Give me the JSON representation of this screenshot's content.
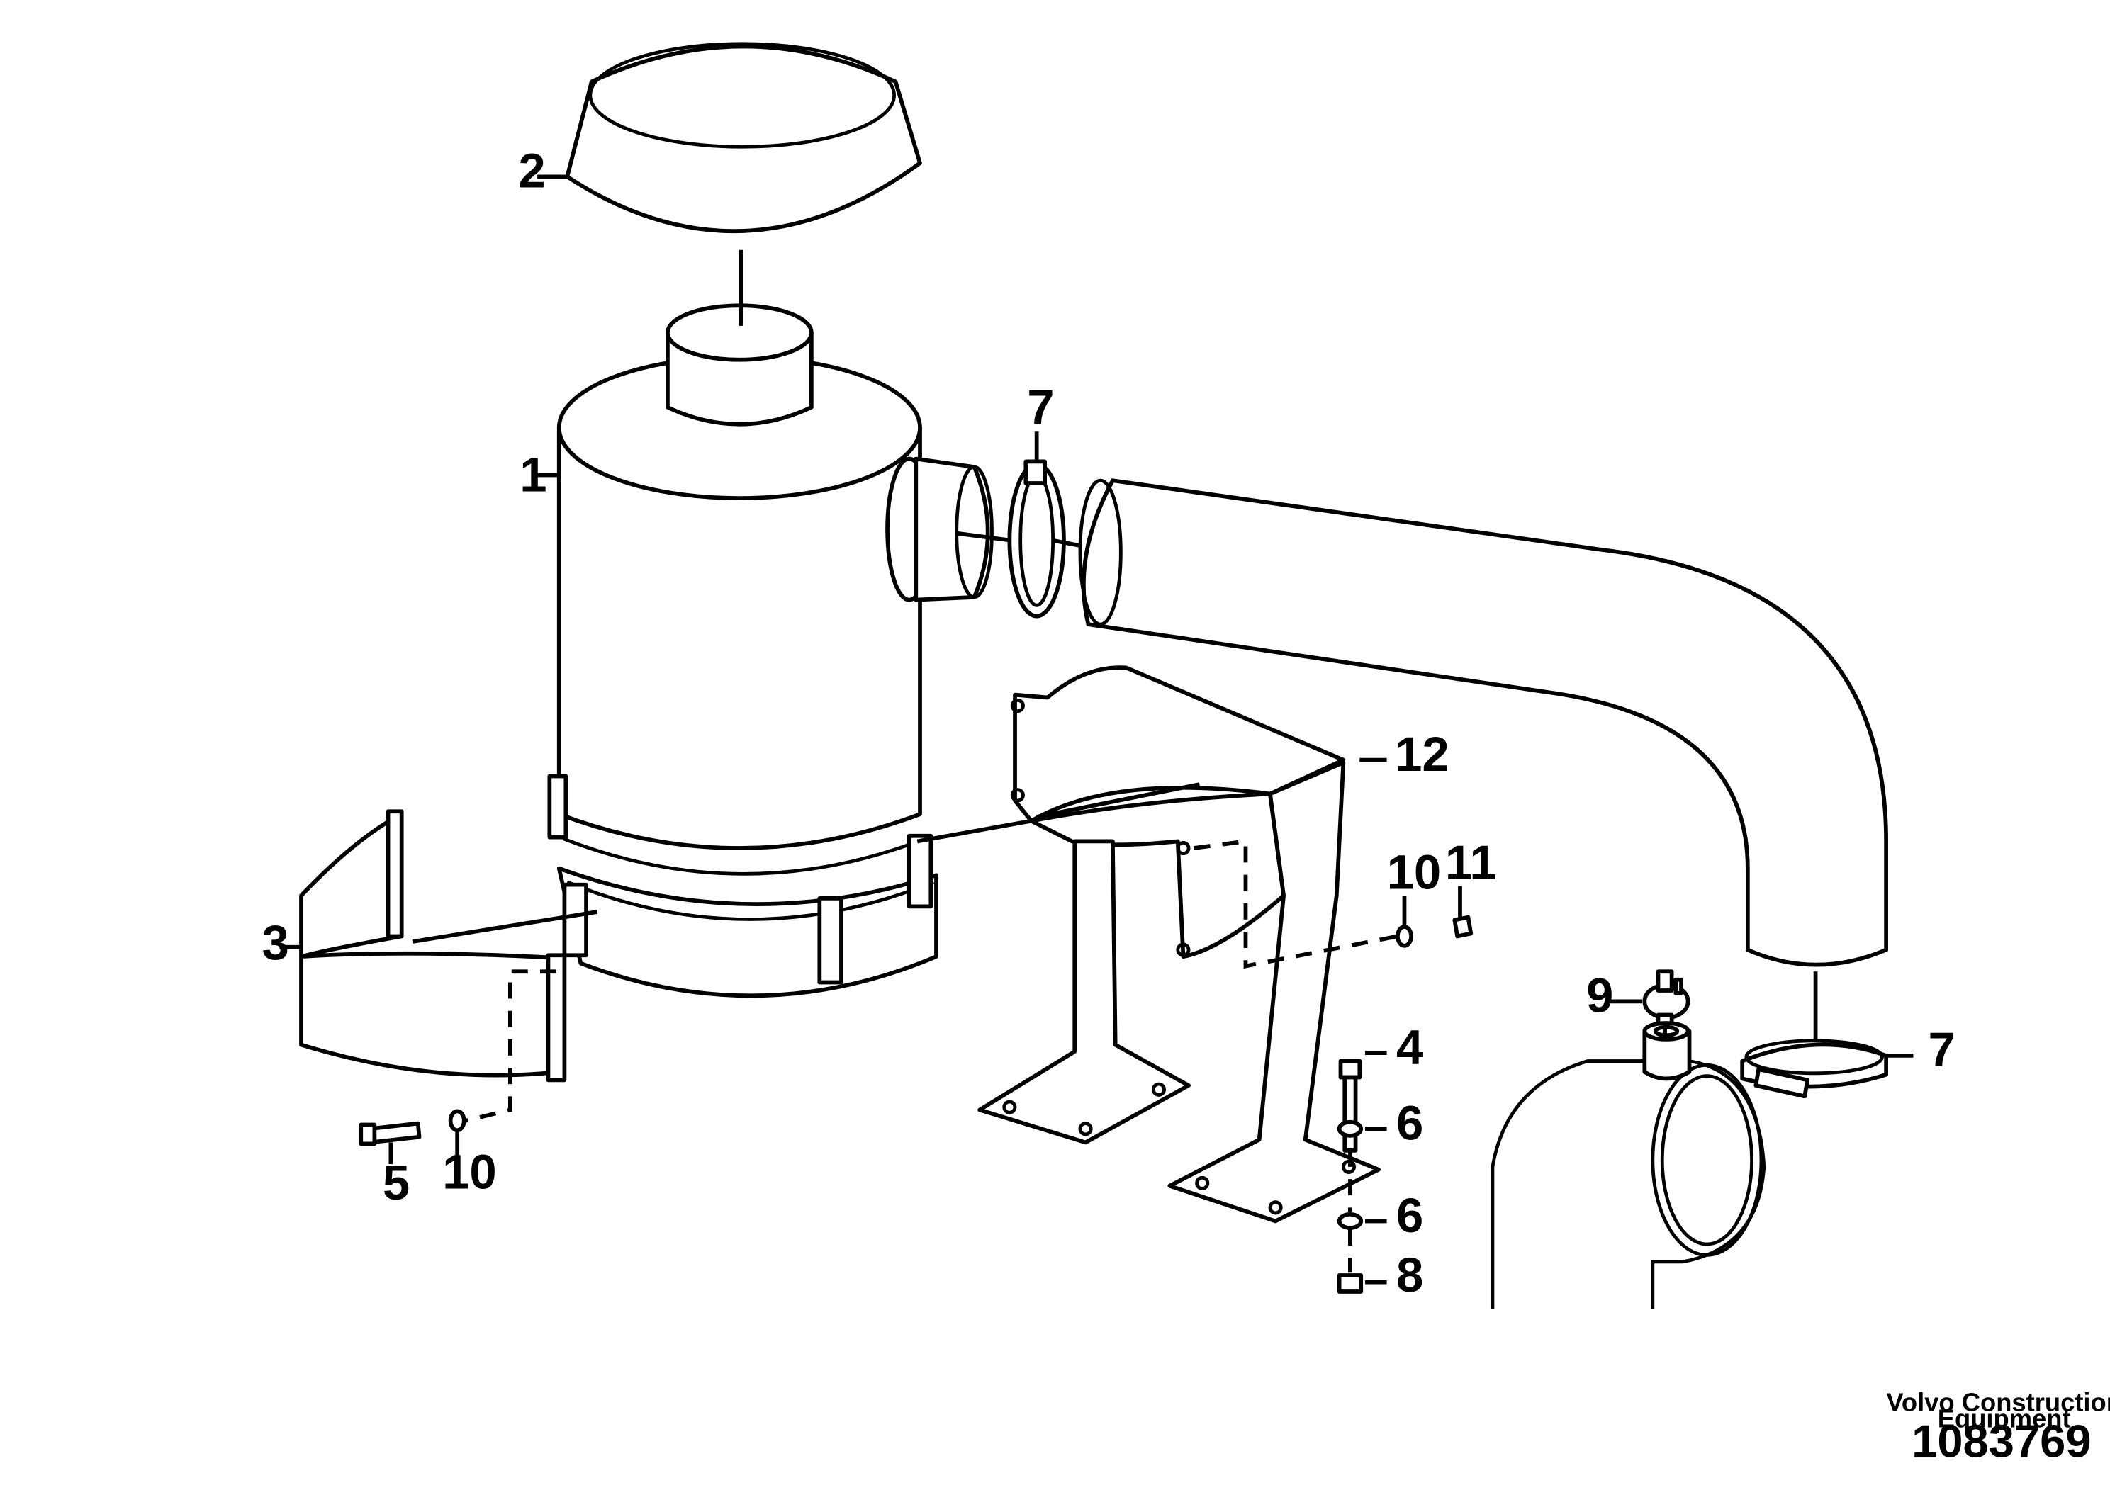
{
  "callouts": {
    "air_cleaner": "1",
    "precleaner_cap": "2",
    "strap_left": "3",
    "bolt_bracket": "4",
    "bolt_strap": "5",
    "washer_upper": "6",
    "washer_lower": "6",
    "clamp_upper": "7",
    "clamp_lower": "7",
    "nut": "8",
    "sensor": "9",
    "washer_strap": "10",
    "washer_bracket": "10",
    "nut_bracket": "11",
    "bracket": "12"
  },
  "footer": {
    "company_line1": "Volvo Construction",
    "company_line2": "Equipment",
    "drawing_number": "1083769"
  }
}
